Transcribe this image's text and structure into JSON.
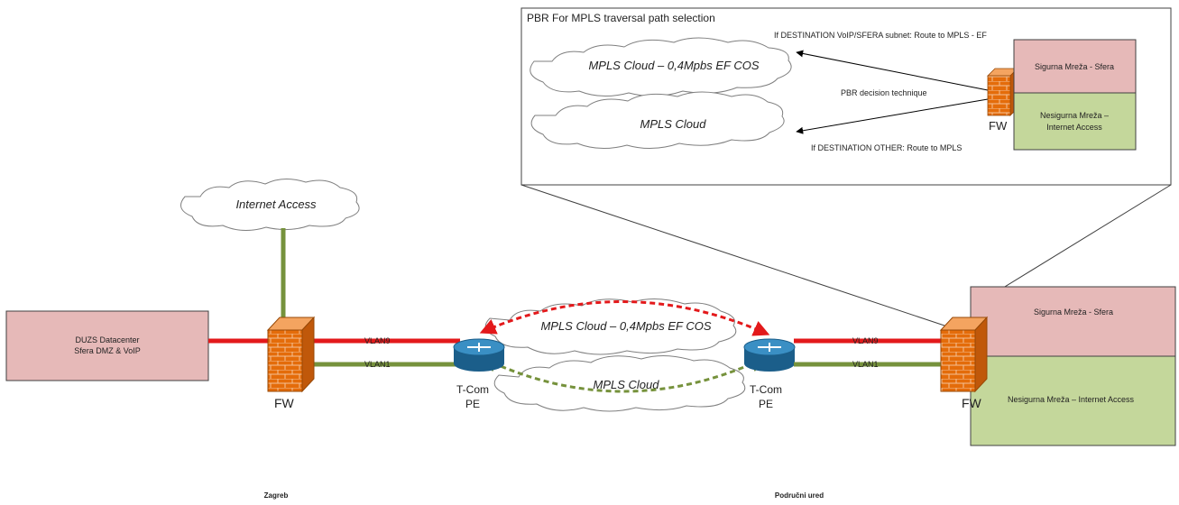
{
  "colors": {
    "vlan9": "#e3191b",
    "vlan1": "#76923c",
    "secure_zone": "#e6b9b8",
    "insecure_zone": "#c4d79b",
    "firewall": "#e46c0a",
    "router": "#1f6f9f",
    "cloud_stroke": "#7f7f7f"
  },
  "callout": {
    "title": "PBR For MPLS traversal path selection",
    "rule_ef": "If DESTINATION VoIP/SFERA subnet: Route to MPLS - EF",
    "technique": "PBR decision technique",
    "rule_other": "If DESTINATION OTHER: Route to MPLS",
    "cloud_ef": "MPLS Cloud – 0,4Mpbs EF COS",
    "cloud_std": "MPLS Cloud",
    "fw_label": "FW",
    "secure_zone": "Sigurna Mreža - Sfera",
    "insecure_zone_line1": "Nesigurna Mreža –",
    "insecure_zone_line2": "Internet Access"
  },
  "zagreb": {
    "datacenter_line1": "DUZS Datacenter",
    "datacenter_line2": "Sfera DMZ & VoIP",
    "fw_label": "FW",
    "internet_cloud": "Internet Access",
    "vlan9": "VLAN9",
    "vlan1": "VLAN1",
    "site": "Zagreb"
  },
  "wan": {
    "cloud_ef": "MPLS Cloud – 0,4Mpbs EF COS",
    "cloud_std": "MPLS Cloud",
    "pe_left_line1": "T-Com",
    "pe_left_line2": "PE",
    "pe_right_line1": "T-Com",
    "pe_right_line2": "PE"
  },
  "branch": {
    "vlan9": "VLAN9",
    "vlan1": "VLAN1",
    "fw_label": "FW",
    "secure_zone": "Sigurna Mreža - Sfera",
    "insecure_zone": "Nesigurna Mreža – Internet Access",
    "site": "Područni ured"
  }
}
